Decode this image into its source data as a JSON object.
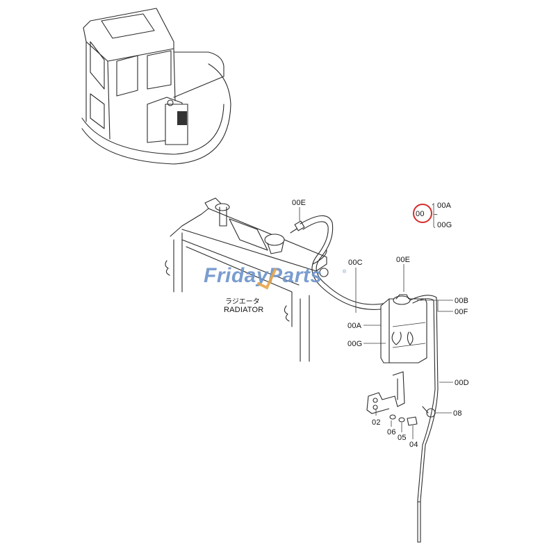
{
  "diagram": {
    "title": "Radiator reserve tank parts diagram",
    "watermark": {
      "part1": "Friday",
      "part2": "Parts",
      "color_main": "#6f95cc",
      "color_accent": "#e8a64a",
      "registered": "®"
    },
    "legend": {
      "ref": "00",
      "range_start": "00A",
      "range_sep": "~",
      "range_end": "00G",
      "highlight_color": "#d42d2d"
    },
    "radiator_label": {
      "japanese": "ラジエータ",
      "english": "RADIATOR"
    },
    "callouts": [
      {
        "id": "00E-top",
        "text": "00E"
      },
      {
        "id": "00C",
        "text": "00C"
      },
      {
        "id": "00E-tank",
        "text": "00E"
      },
      {
        "id": "00B",
        "text": "00B"
      },
      {
        "id": "00F",
        "text": "00F"
      },
      {
        "id": "00A",
        "text": "00A"
      },
      {
        "id": "00G",
        "text": "00G"
      },
      {
        "id": "00D",
        "text": "00D"
      },
      {
        "id": "08",
        "text": "08"
      },
      {
        "id": "02",
        "text": "02"
      },
      {
        "id": "06",
        "text": "06"
      },
      {
        "id": "05",
        "text": "05"
      },
      {
        "id": "04",
        "text": "04"
      }
    ]
  }
}
